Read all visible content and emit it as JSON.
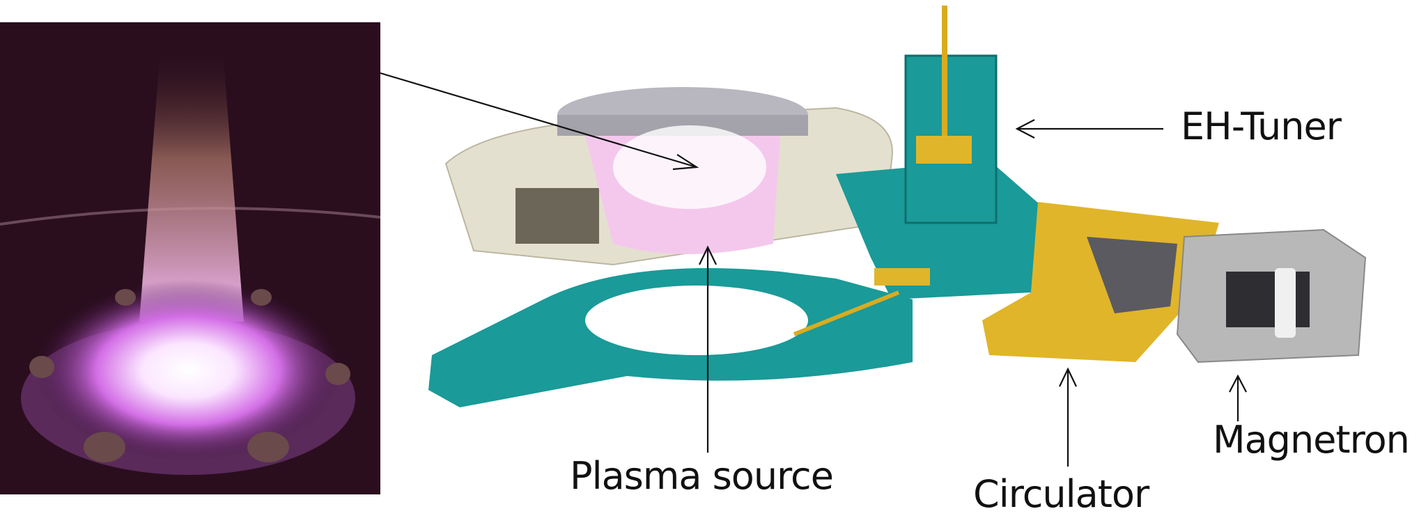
{
  "labels": {
    "eh_tuner": "EH-Tuner",
    "plasma_source": "Plasma source",
    "circulator": "Circulator",
    "magnetron": "Magnetron"
  },
  "colors": {
    "waveguide": "#1a9a98",
    "brass": "#e0b52a",
    "housing": "#e4e0cf",
    "magnetron_body": "#b8b8b8",
    "plasma": "#e08ae8"
  }
}
